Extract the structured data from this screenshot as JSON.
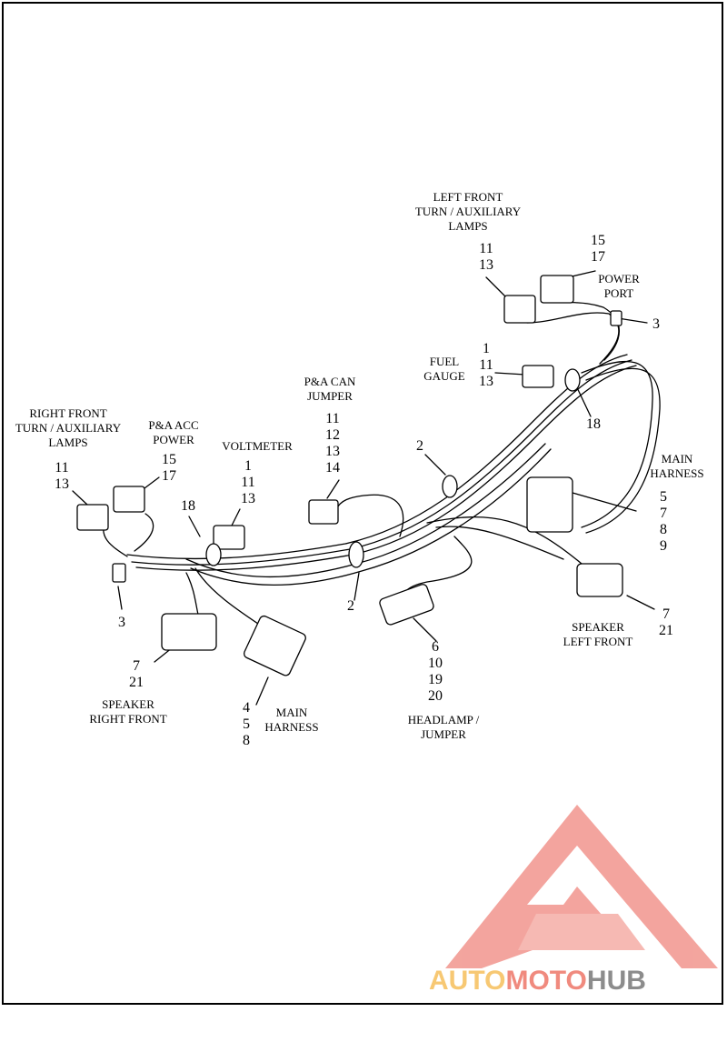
{
  "callouts": {
    "left_front_turn": {
      "label": [
        "LEFT FRONT",
        "TURN / AUXILIARY",
        "LAMPS"
      ],
      "numbers": [
        "11",
        "13"
      ]
    },
    "power_port": {
      "label": [
        "POWER",
        "PORT"
      ],
      "numbers": [
        "15",
        "17"
      ]
    },
    "power_port_clip": {
      "numbers": [
        "3"
      ]
    },
    "fuel_gauge": {
      "label": [
        "FUEL",
        "GAUGE"
      ],
      "numbers": [
        "1",
        "11",
        "13"
      ]
    },
    "clip_18_right": {
      "numbers": [
        "18"
      ]
    },
    "pa_can_jumper": {
      "label": [
        "P&A CAN",
        "JUMPER"
      ],
      "numbers": [
        "11",
        "12",
        "13",
        "14"
      ]
    },
    "clip_2_upper": {
      "numbers": [
        "2"
      ]
    },
    "main_harness_right": {
      "label": [
        "MAIN",
        "HARNESS"
      ],
      "numbers": [
        "5",
        "7",
        "8",
        "9"
      ]
    },
    "right_front_turn": {
      "label": [
        "RIGHT FRONT",
        "TURN / AUXILIARY",
        "LAMPS"
      ],
      "numbers": [
        "11",
        "13"
      ]
    },
    "pa_acc_power": {
      "label": [
        "P&A ACC",
        "POWER"
      ],
      "numbers": [
        "15",
        "17"
      ]
    },
    "voltmeter": {
      "label": [
        "VOLTMETER"
      ],
      "numbers": [
        "1",
        "11",
        "13"
      ]
    },
    "clip_18_left": {
      "numbers": [
        "18"
      ]
    },
    "clip_3_left": {
      "numbers": [
        "3"
      ]
    },
    "clip_2_lower": {
      "numbers": [
        "2"
      ]
    },
    "speaker_left_front": {
      "label": [
        "SPEAKER",
        "LEFT FRONT"
      ],
      "numbers": [
        "7",
        "21"
      ]
    },
    "speaker_right_front": {
      "label": [
        "SPEAKER",
        "RIGHT FRONT"
      ],
      "numbers": [
        "7",
        "21"
      ]
    },
    "main_harness_lower": {
      "label": [
        "MAIN",
        "HARNESS"
      ],
      "numbers": [
        "4",
        "5",
        "8"
      ]
    },
    "headlamp_jumper": {
      "label": [
        "HEADLAMP /",
        "JUMPER"
      ],
      "numbers": [
        "6",
        "10",
        "19",
        "20"
      ]
    }
  },
  "watermark": {
    "part1": "AUTO",
    "part2": "MOTO",
    "part3": "HUB",
    "colors": {
      "auto": "#f7c873",
      "moto": "#f08a7e",
      "hub": "#8c8c8c",
      "triangle": "#f29b94"
    }
  }
}
